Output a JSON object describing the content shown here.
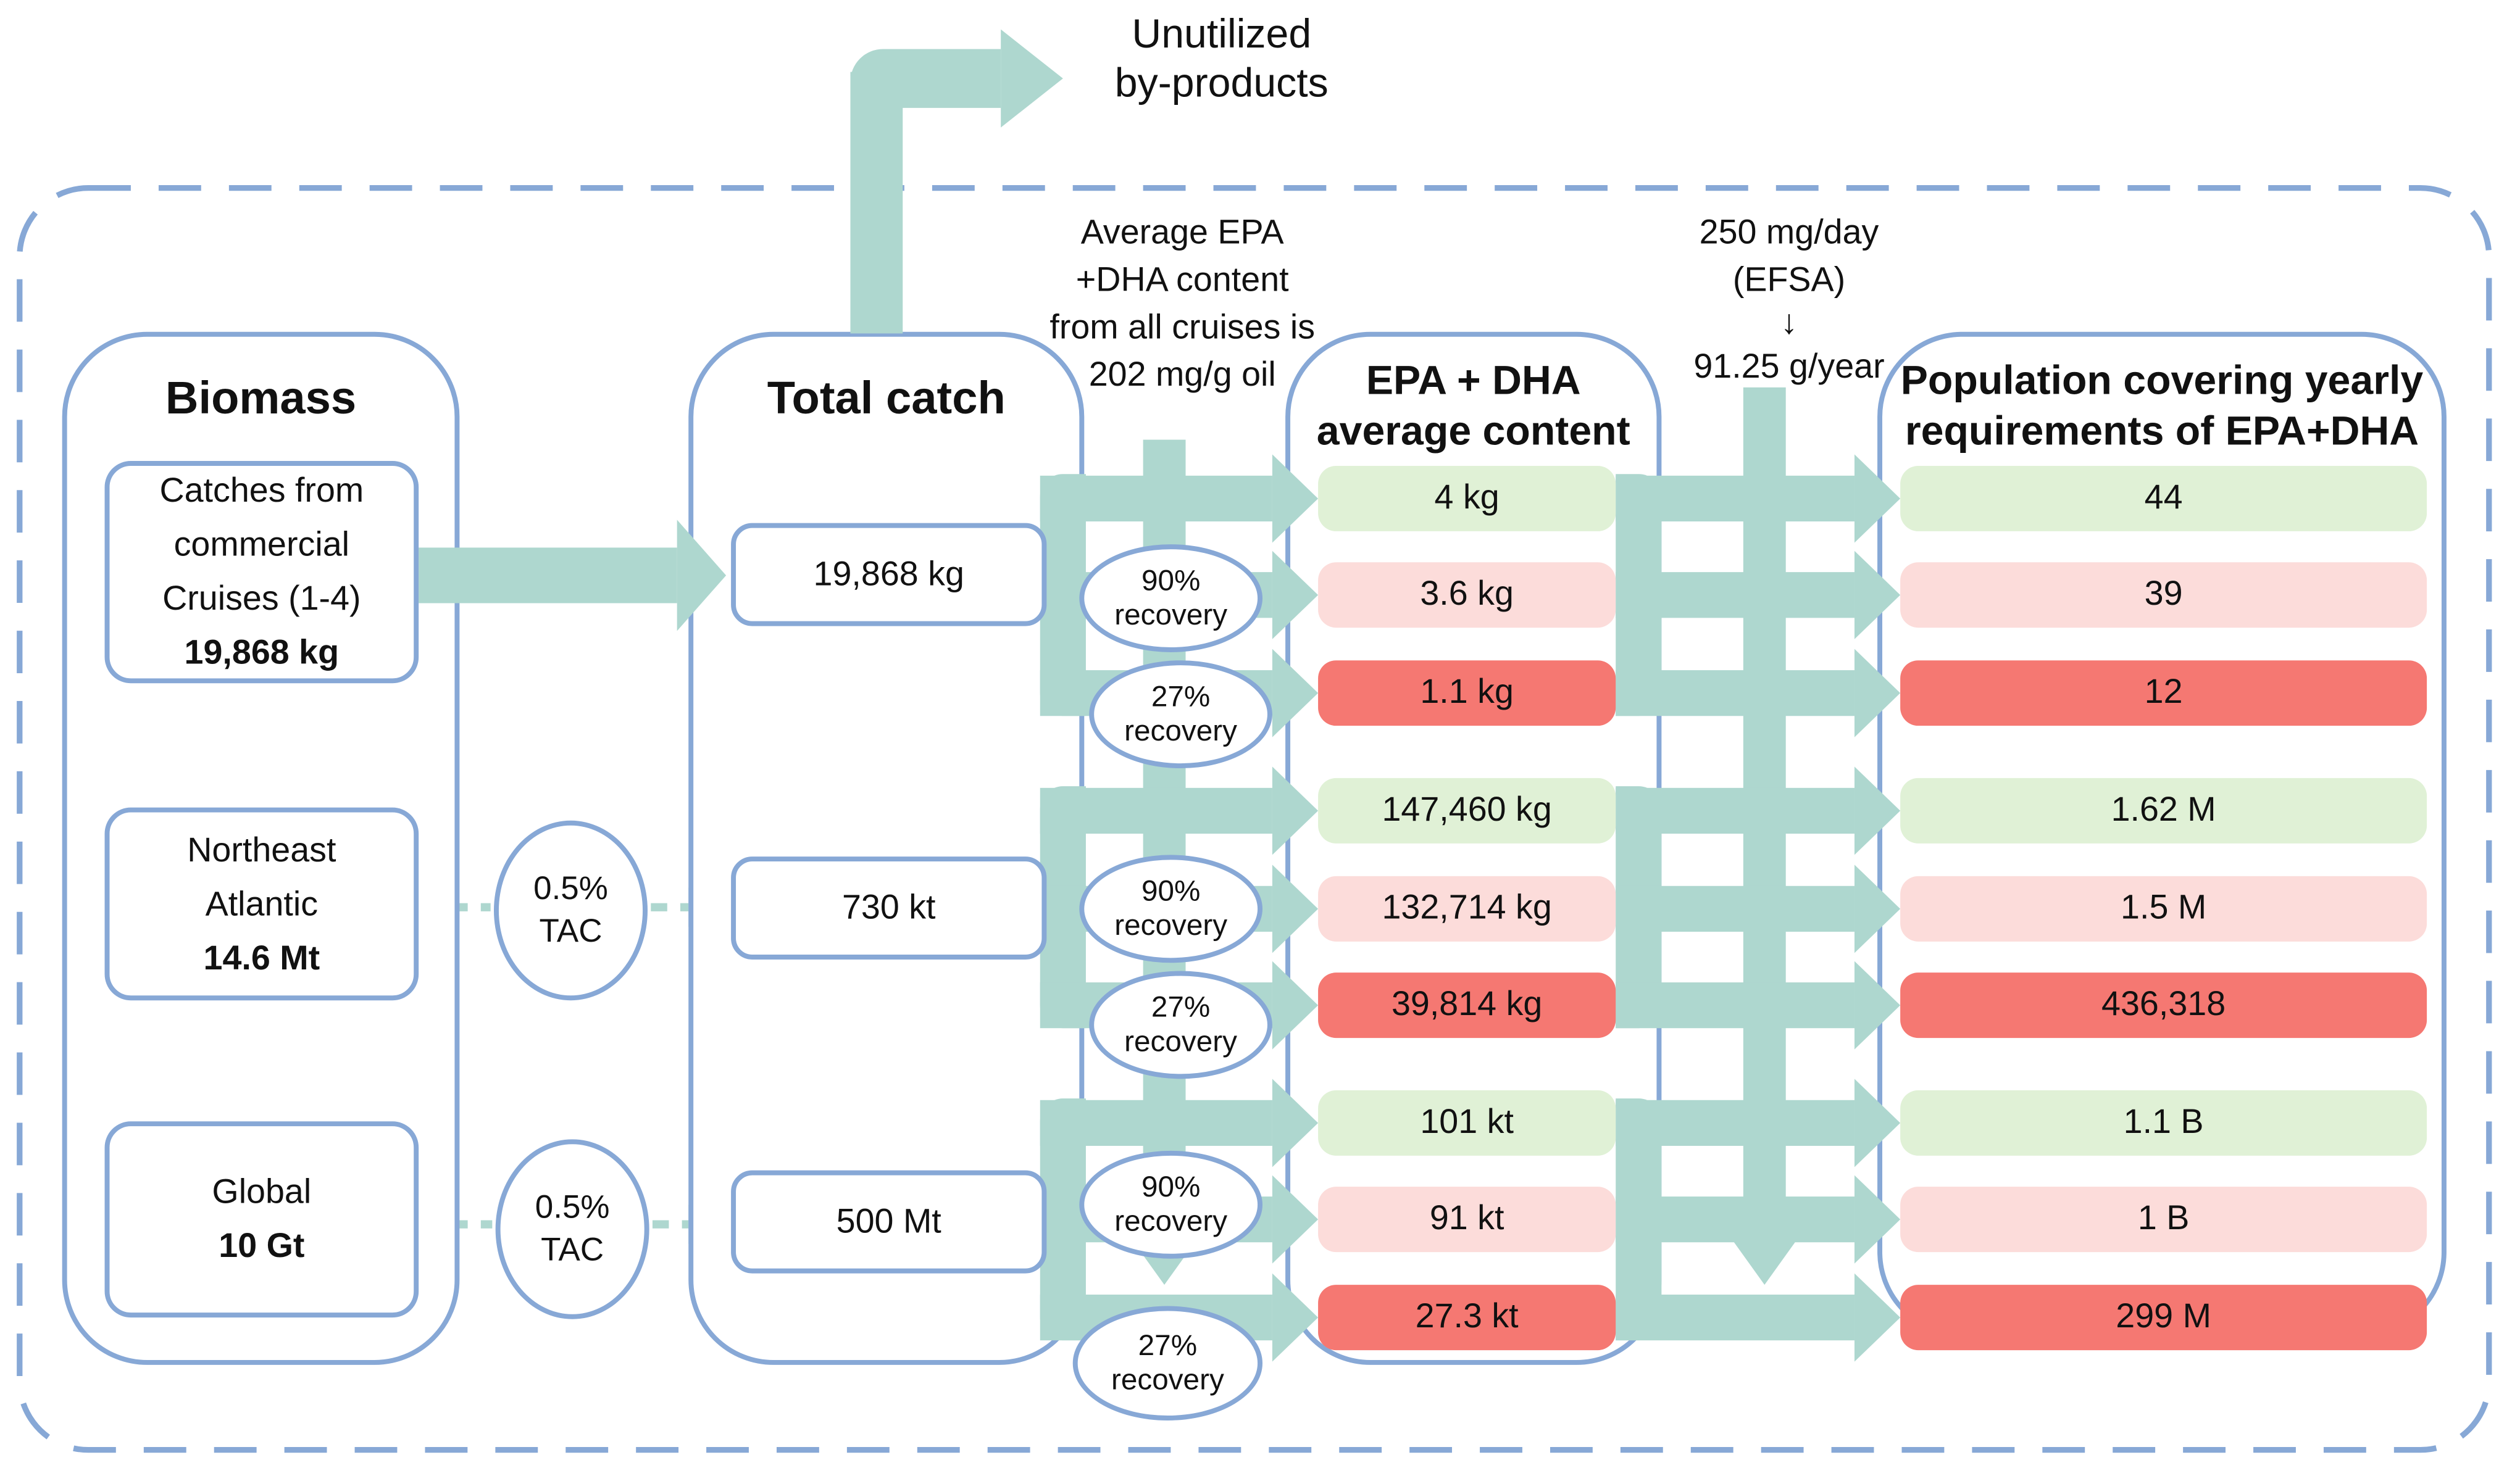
{
  "colors": {
    "teal_arrow": "#aed7cf",
    "blue_border": "#87a8d6",
    "light_green": "#e0f1d6",
    "light_pink": "#fcdcda",
    "red": "#f57872"
  },
  "notes": {
    "unutilized1": "Unutilized",
    "unutilized2": "by-products",
    "avg1": "Average EPA",
    "avg2": "+DHA content",
    "avg3": "from all cruises is",
    "avg4": "202 mg/g oil",
    "efsa1": "250 mg/day",
    "efsa2": "(EFSA)",
    "efsa_arrow": "↓",
    "efsa3": "91.25 g/year"
  },
  "labels": {
    "tac1": "0.5%",
    "tac2": "TAC",
    "rec90a": "90%",
    "rec90b": "recovery",
    "rec27a": "27%",
    "rec27b": "recovery"
  },
  "biomass": {
    "title": "Biomass",
    "box1": {
      "line1": "Catches from",
      "line2": "commercial",
      "line3": "Cruises (1-4)",
      "value": "19,868 kg"
    },
    "box2": {
      "line1": "Northeast",
      "line2": "Atlantic",
      "value": "14.6 Mt"
    },
    "box3": {
      "line1": "Global",
      "value": "10 Gt"
    }
  },
  "total_catch": {
    "title": "Total catch",
    "values": [
      "19,868 kg",
      "730 kt",
      "500 Mt"
    ]
  },
  "epa_dha": {
    "title1": "EPA + DHA",
    "title2": "average content",
    "values": [
      "4 kg",
      "3.6 kg",
      "1.1 kg",
      "147,460 kg",
      "132,714 kg",
      "39,814 kg",
      "101 kt",
      "91 kt",
      "27.3 kt"
    ]
  },
  "population": {
    "title1": "Population covering yearly",
    "title2": "requirements of EPA+DHA",
    "values": [
      "44",
      "39",
      "12",
      "1.62 M",
      "1.5 M",
      "436,318",
      "1.1 B",
      "1 B",
      "299 M"
    ]
  }
}
